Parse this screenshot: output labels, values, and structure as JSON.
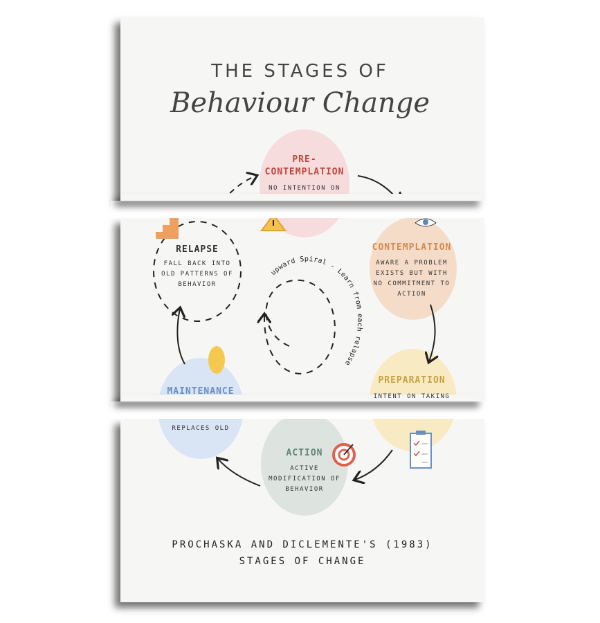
{
  "title": {
    "line1": "THE STAGES OF",
    "line2": "Behaviour Change"
  },
  "stages": {
    "precontemplation": {
      "heading": "PRE-CONTEMPLATION",
      "heading_l1": "PRE-",
      "heading_l2": "CONTEMPLATION",
      "text": "NO INTENTION ON",
      "color": "#c0463a",
      "blob": "#f6dcdc"
    },
    "contemplation": {
      "heading": "CONTEMPLATION",
      "lines": [
        "AWARE A PROBLEM",
        "EXISTS BUT WITH",
        "NO COMMITMENT TO",
        "ACTION"
      ],
      "color": "#d48a50",
      "blob": "#f5dcc8"
    },
    "preparation": {
      "heading": "PREPARATION",
      "text": "INTENT ON TAKING",
      "color": "#c9a040",
      "blob": "#f8ebc4"
    },
    "action": {
      "heading": "ACTION",
      "lines": [
        "ACTIVE",
        "MODIFICATION OF",
        "BEHAVIOR"
      ],
      "color": "#5e8478",
      "blob": "#dde4df"
    },
    "maintenance": {
      "heading": "MAINTENANCE",
      "text": "REPLACES OLD",
      "color": "#6a8fc4",
      "blob": "#d9e5f5"
    },
    "relapse": {
      "heading": "RELAPSE",
      "lines": [
        "FALL BACK INTO",
        "OLD PATTERNS OF",
        "BEHAVIOR"
      ],
      "color": "#333333"
    }
  },
  "spiral_text": "upward Spiral - Learn from each relapse",
  "footer": {
    "line1": "PROCHASKA AND DICLEMENTE'S (1983)",
    "line2": "STAGES OF CHANGE"
  },
  "icons": [
    "warning-icon",
    "eye-icon",
    "clipboard-checklist-icon",
    "target-icon",
    "hand-icon",
    "stairs-icon"
  ]
}
